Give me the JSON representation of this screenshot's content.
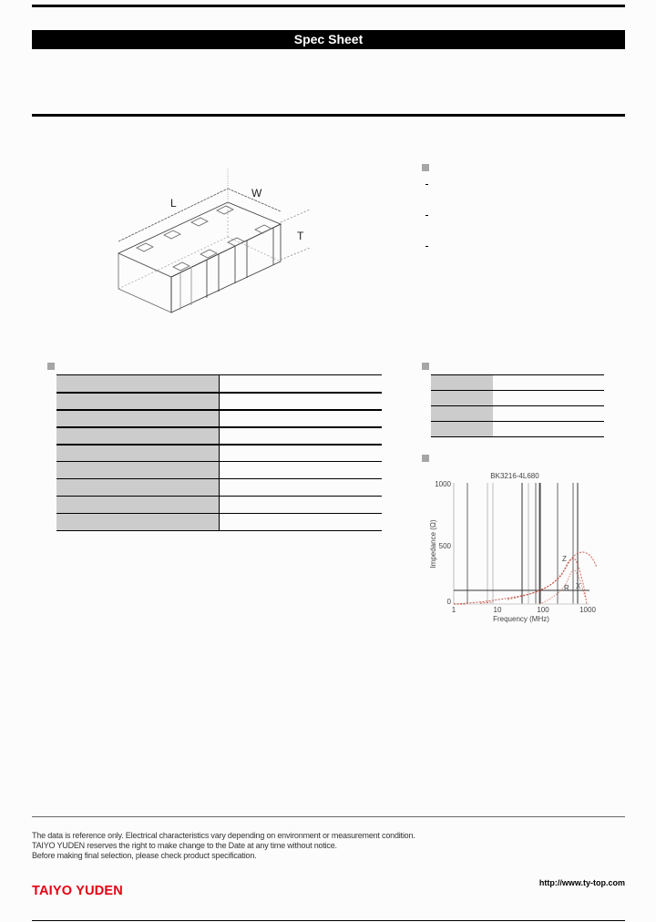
{
  "header": {
    "title": "Spec Sheet"
  },
  "diagram": {
    "dimension_labels": {
      "length": "L",
      "width": "W",
      "thickness": "T"
    }
  },
  "features": {
    "bullets": [
      "-",
      "-",
      "-"
    ]
  },
  "specifications_table": {
    "rows": [
      {
        "label": "",
        "value": ""
      },
      {
        "label": "",
        "value": ""
      },
      {
        "label": "",
        "value": ""
      },
      {
        "label": "",
        "value": ""
      },
      {
        "label": "",
        "value": ""
      },
      {
        "label": "",
        "value": ""
      },
      {
        "label": "",
        "value": ""
      },
      {
        "label": "",
        "value": ""
      },
      {
        "label": "",
        "value": ""
      }
    ]
  },
  "dimensions_table": {
    "rows": [
      {
        "label": "",
        "value": ""
      },
      {
        "label": "",
        "value": ""
      },
      {
        "label": "",
        "value": ""
      },
      {
        "label": "",
        "value": ""
      }
    ]
  },
  "chart_data": {
    "type": "line",
    "title": "BK3216-4L680",
    "xlabel": "Frequency (MHz)",
    "ylabel": "Impedance (Ω)",
    "x_scale": "log",
    "xlim": [
      1,
      1000
    ],
    "ylim": [
      0,
      1000
    ],
    "x_ticks": [
      "1",
      "10",
      "100",
      "1000"
    ],
    "y_ticks": [
      "0",
      "500",
      "1000"
    ],
    "grid": true,
    "series": [
      {
        "name": "Z",
        "x": [
          1,
          10,
          30,
          60,
          100,
          200,
          400,
          600,
          800,
          1000
        ],
        "values": [
          0,
          10,
          30,
          60,
          100,
          230,
          370,
          395,
          370,
          320
        ]
      },
      {
        "name": "R",
        "x": [
          100,
          200,
          300,
          400,
          500,
          600
        ],
        "values": [
          0,
          70,
          150,
          260,
          300,
          250
        ]
      },
      {
        "name": "X",
        "x": [
          1,
          10,
          30,
          60,
          100,
          200,
          300,
          500,
          700
        ],
        "values": [
          0,
          10,
          30,
          60,
          95,
          200,
          270,
          180,
          0
        ]
      }
    ],
    "annotations": [
      "Z",
      "R",
      "X"
    ]
  },
  "footer": {
    "notes": [
      "The data is reference only. Electrical characteristics vary depending on environment or measurement condition.",
      "TAIYO YUDEN reserves the right to make change to the Date at any time without notice.",
      "Before making final selection, please check product specification."
    ],
    "brand": "TAIYO YUDEN",
    "url": "http://www.ty-top.com"
  }
}
